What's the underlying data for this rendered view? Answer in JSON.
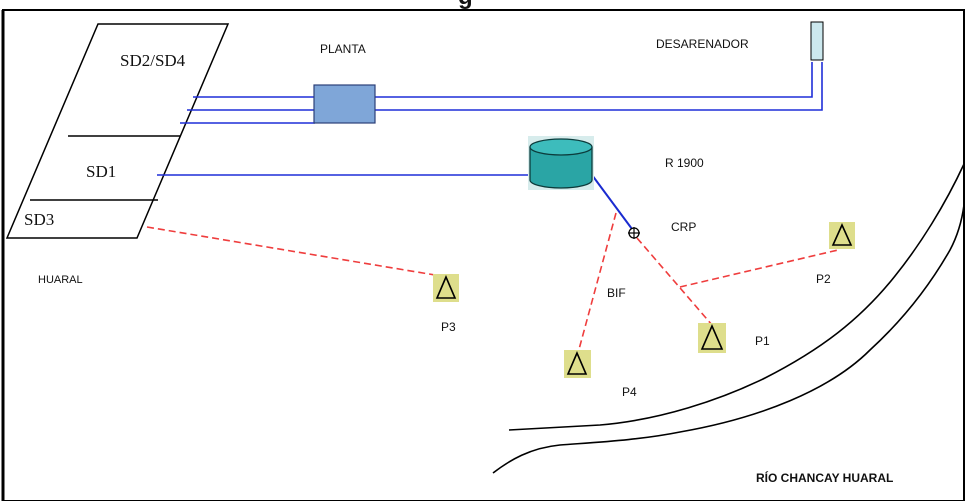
{
  "header": {
    "title_fragment": "g"
  },
  "zones": {
    "sd2_sd4": "SD2/SD4",
    "sd1": "SD1",
    "sd3": "SD3"
  },
  "facilities": {
    "planta": "PLANTA",
    "desarenador": "DESARENADOR",
    "reservoir": "R 1900",
    "crp": "CRP",
    "bif": "BIF"
  },
  "wells": {
    "p1": "P1",
    "p2": "P2",
    "p3": "P3",
    "p4": "P4"
  },
  "places": {
    "town": "HUARAL",
    "river": "RÍO CHANCAY HUARAL"
  },
  "colors": {
    "water_line": "#1f2fd8",
    "well_line": "#ef3d3d",
    "planta_fill": "#7fa6d8",
    "reservoir_fill": "#2aa5a5",
    "well_fill": "#dede8c",
    "desarenador_fill": "#cce8ee"
  }
}
